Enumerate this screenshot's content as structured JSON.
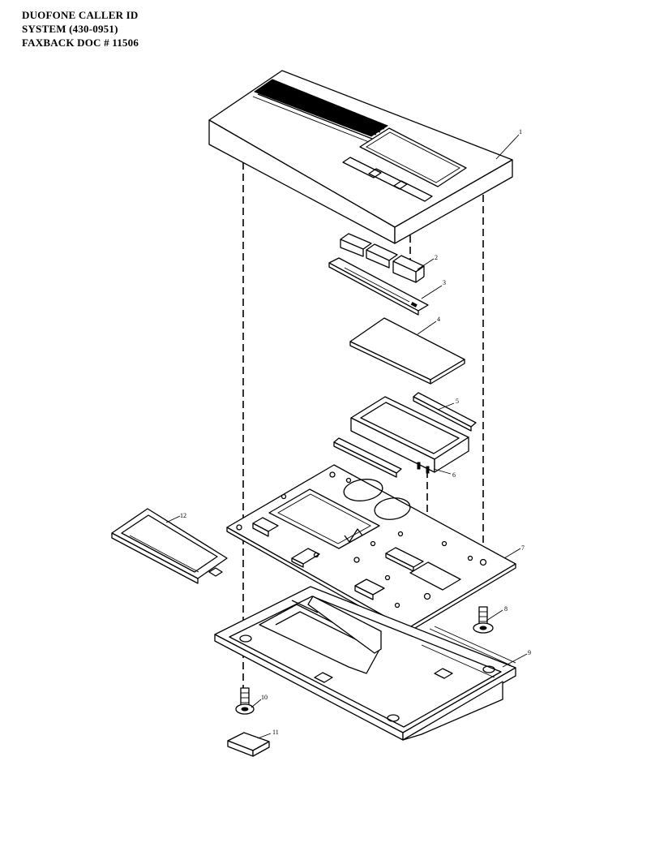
{
  "header": {
    "line1": "DUOFONE CALLER ID",
    "line2": "SYSTEM  (430-0951)",
    "line3": "FAXBACK DOC # 11506"
  },
  "callouts": [
    "1",
    "2",
    "3",
    "4",
    "5",
    "6",
    "7",
    "8",
    "9",
    "10",
    "11",
    "12"
  ]
}
